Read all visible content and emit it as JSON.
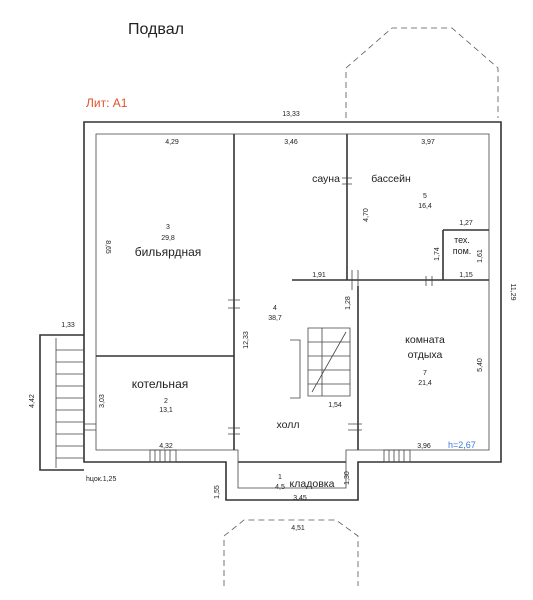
{
  "title": "Подвал",
  "lit": "Лит: А1",
  "height_label": "h=2,67",
  "base_label": "hцок.1,25",
  "rooms": {
    "billiard": {
      "name": "бильярдная",
      "num": "3",
      "area": "29,8"
    },
    "boiler": {
      "name": "котельная",
      "num": "2",
      "area": "13,1"
    },
    "hall": {
      "name": "холл",
      "num": "4",
      "area": "38,7"
    },
    "sauna": {
      "name": "сауна"
    },
    "pool": {
      "name": "бассейн",
      "num": "5",
      "area": "16,4"
    },
    "tech": {
      "name_line1": "тех.",
      "name_line2": "пом."
    },
    "rest": {
      "name_line1": "комната",
      "name_line2": "отдыха",
      "num": "7",
      "area": "21,4"
    },
    "storage": {
      "name": "кладовка",
      "num": "1",
      "area": "4,5"
    }
  },
  "dims": {
    "total_width": "13,33",
    "billiard_width": "4,29",
    "middle_width": "3,46",
    "right_width": "3,97",
    "billiard_height": "8,65",
    "right_height": "11,29",
    "pool_height": "4,70",
    "tech_width": "1,27",
    "tech_height_left": "1,74",
    "tech_height_right": "1,61",
    "corridor_a": "1,91",
    "corridor_b": "1,15",
    "stair_top": "1,28",
    "hall_height": "12,33",
    "rest_height": "5,40",
    "stair_width": "1,54",
    "boiler_width": "4,32",
    "boiler_height": "3,03",
    "porch_width": "1,33",
    "porch_height": "4,42",
    "rest_width": "3,96",
    "storage_height": "1,30",
    "storage_width": "3,45",
    "ext_height": "1,55",
    "ext_width": "4,51"
  }
}
